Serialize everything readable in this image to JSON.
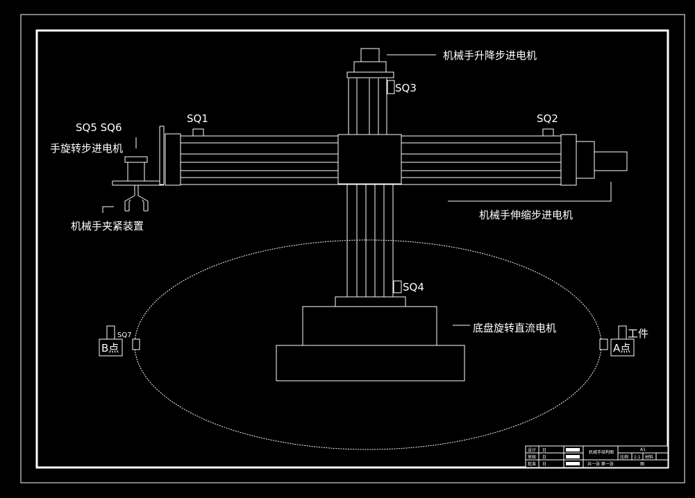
{
  "labels": {
    "lift_motor": "机械手升降步进电机",
    "sq3": "SQ3",
    "sq1": "SQ1",
    "sq2": "SQ2",
    "sq5_sq6": "SQ5  SQ6",
    "rotate_motor": "手旋转步进电机",
    "gripper": "机械手夹紧装置",
    "extend_motor": "机械手伸缩步进电机",
    "sq4": "SQ4",
    "base_motor": "底盘旋转直流电机",
    "sq7": "SQ7",
    "point_b": "B点",
    "point_a": "A点",
    "workpiece": "工件"
  },
  "title_block": {
    "r1c1": "设计",
    "r2c1": "审核",
    "r3c1": "批准",
    "r1c2": "日",
    "r2c2": "日",
    "r3c2": "日",
    "drawing_name": "机械手结构图",
    "size": "A1",
    "scale_label": "比例",
    "scale": "1:1",
    "material_label": "材料",
    "count": "共一张  第一张",
    "bottom": "图"
  }
}
